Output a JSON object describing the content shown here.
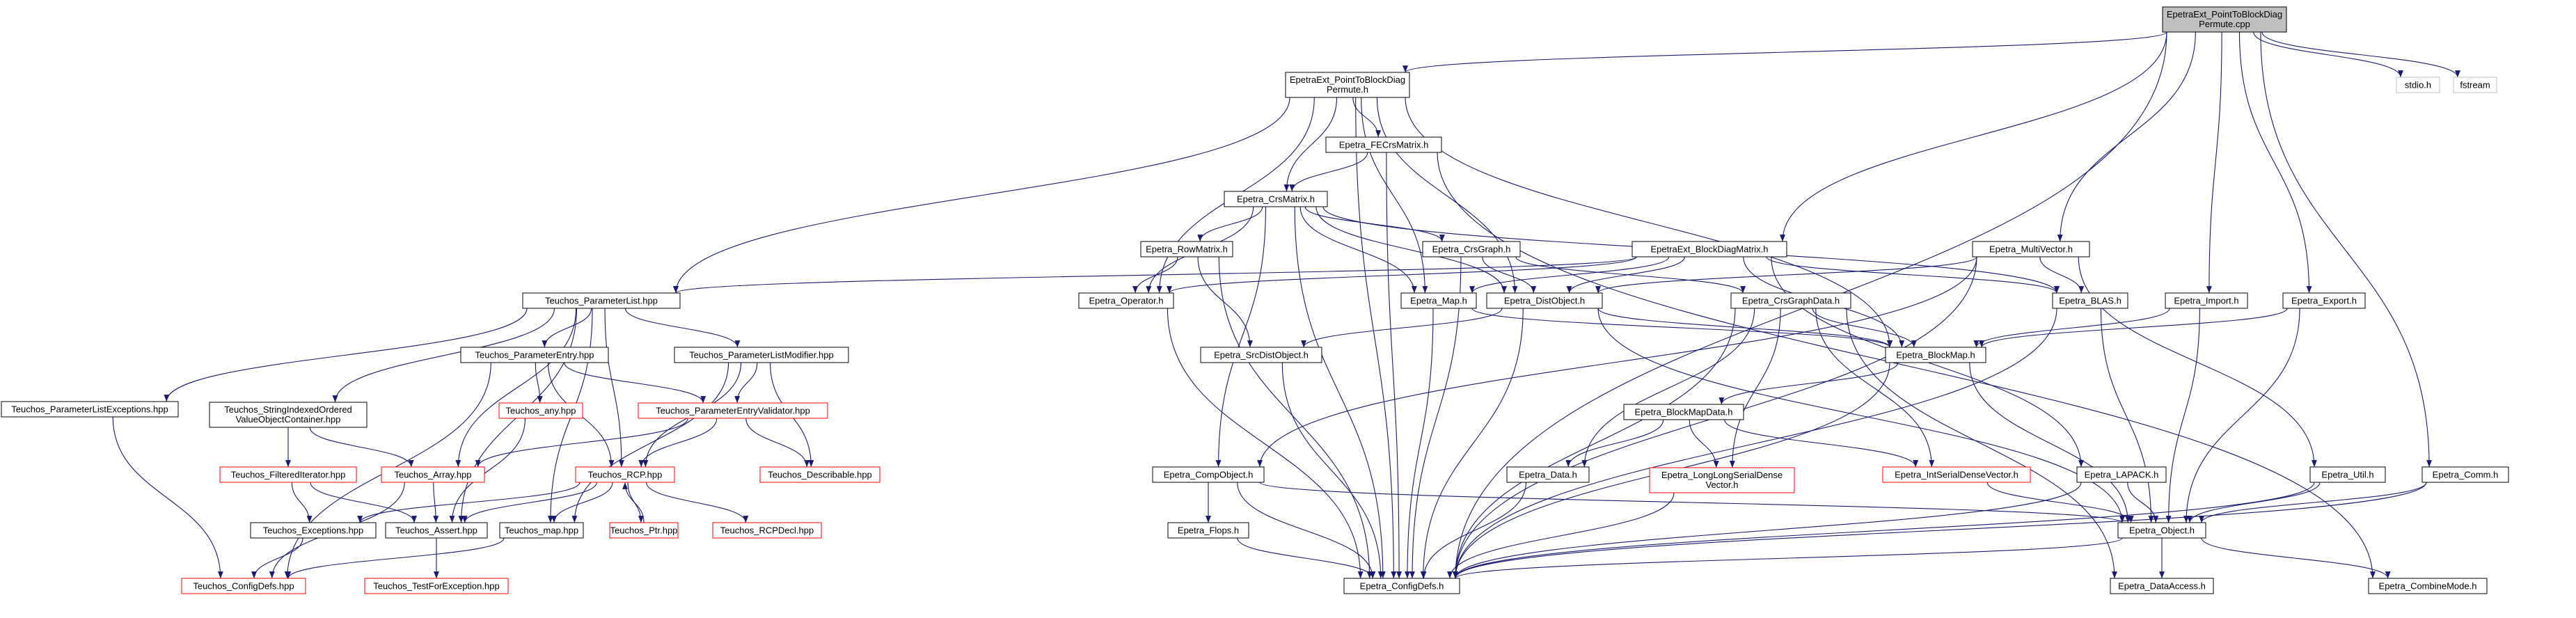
{
  "graph": {
    "nodes": [
      {
        "id": "root",
        "lines": [
          "EpetraExt_PointToBlockDiag",
          "Permute.cpp"
        ],
        "style": "root"
      },
      {
        "id": "ptbh",
        "lines": [
          "EpetraExt_PointToBlockDiag",
          "Permute.h"
        ],
        "style": "black"
      },
      {
        "id": "stdio",
        "lines": [
          "stdio.h"
        ],
        "style": "gray"
      },
      {
        "id": "fstream",
        "lines": [
          "fstream"
        ],
        "style": "gray"
      },
      {
        "id": "fecrs",
        "lines": [
          "Epetra_FECrsMatrix.h"
        ],
        "style": "black"
      },
      {
        "id": "crsm",
        "lines": [
          "Epetra_CrsMatrix.h"
        ],
        "style": "black"
      },
      {
        "id": "rowm",
        "lines": [
          "Epetra_RowMatrix.h"
        ],
        "style": "black"
      },
      {
        "id": "crsg",
        "lines": [
          "Epetra_CrsGraph.h"
        ],
        "style": "black"
      },
      {
        "id": "bdm",
        "lines": [
          "EpetraExt_BlockDiagMatrix.h"
        ],
        "style": "black"
      },
      {
        "id": "mvec",
        "lines": [
          "Epetra_MultiVector.h"
        ],
        "style": "black"
      },
      {
        "id": "plist",
        "lines": [
          "Teuchos_ParameterList.hpp"
        ],
        "style": "black"
      },
      {
        "id": "oper",
        "lines": [
          "Epetra_Operator.h"
        ],
        "style": "black"
      },
      {
        "id": "map",
        "lines": [
          "Epetra_Map.h"
        ],
        "style": "black"
      },
      {
        "id": "dist",
        "lines": [
          "Epetra_DistObject.h"
        ],
        "style": "black"
      },
      {
        "id": "crsgd",
        "lines": [
          "Epetra_CrsGraphData.h"
        ],
        "style": "black"
      },
      {
        "id": "blas",
        "lines": [
          "Epetra_BLAS.h"
        ],
        "style": "black"
      },
      {
        "id": "import",
        "lines": [
          "Epetra_Import.h"
        ],
        "style": "black"
      },
      {
        "id": "export",
        "lines": [
          "Epetra_Export.h"
        ],
        "style": "black"
      },
      {
        "id": "pentry",
        "lines": [
          "Teuchos_ParameterEntry.hpp"
        ],
        "style": "black"
      },
      {
        "id": "plmod",
        "lines": [
          "Teuchos_ParameterListModifier.hpp"
        ],
        "style": "black"
      },
      {
        "id": "srcdist",
        "lines": [
          "Epetra_SrcDistObject.h"
        ],
        "style": "black"
      },
      {
        "id": "bmap",
        "lines": [
          "Epetra_BlockMap.h"
        ],
        "style": "black"
      },
      {
        "id": "plexc",
        "lines": [
          "Teuchos_ParameterListExceptions.hpp"
        ],
        "style": "black"
      },
      {
        "id": "sio",
        "lines": [
          "Teuchos_StringIndexedOrdered",
          "ValueObjectContainer.hpp"
        ],
        "style": "black"
      },
      {
        "id": "any",
        "lines": [
          "Teuchos_any.hpp"
        ],
        "style": "red"
      },
      {
        "id": "pev",
        "lines": [
          "Teuchos_ParameterEntryValidator.hpp"
        ],
        "style": "red"
      },
      {
        "id": "bmd",
        "lines": [
          "Epetra_BlockMapData.h"
        ],
        "style": "black"
      },
      {
        "id": "filt",
        "lines": [
          "Teuchos_FilteredIterator.hpp"
        ],
        "style": "red"
      },
      {
        "id": "arr",
        "lines": [
          "Teuchos_Array.hpp"
        ],
        "style": "red"
      },
      {
        "id": "rcp",
        "lines": [
          "Teuchos_RCP.hpp"
        ],
        "style": "red"
      },
      {
        "id": "desc",
        "lines": [
          "Teuchos_Describable.hpp"
        ],
        "style": "red"
      },
      {
        "id": "data",
        "lines": [
          "Epetra_Data.h"
        ],
        "style": "black"
      },
      {
        "id": "llsdv",
        "lines": [
          "Epetra_LongLongSerialDense",
          "Vector.h"
        ],
        "style": "red"
      },
      {
        "id": "isdv",
        "lines": [
          "Epetra_IntSerialDenseVector.h"
        ],
        "style": "red"
      },
      {
        "id": "lapack",
        "lines": [
          "Epetra_LAPACK.h"
        ],
        "style": "black"
      },
      {
        "id": "util",
        "lines": [
          "Epetra_Util.h"
        ],
        "style": "black"
      },
      {
        "id": "comm",
        "lines": [
          "Epetra_Comm.h"
        ],
        "style": "black"
      },
      {
        "id": "comp",
        "lines": [
          "Epetra_CompObject.h"
        ],
        "style": "black"
      },
      {
        "id": "texc",
        "lines": [
          "Teuchos_Exceptions.hpp"
        ],
        "style": "black"
      },
      {
        "id": "assert",
        "lines": [
          "Teuchos_Assert.hpp"
        ],
        "style": "black"
      },
      {
        "id": "tmap",
        "lines": [
          "Teuchos_map.hpp"
        ],
        "style": "black"
      },
      {
        "id": "ptr",
        "lines": [
          "Teuchos_Ptr.hpp"
        ],
        "style": "red"
      },
      {
        "id": "rcpdecl",
        "lines": [
          "Teuchos_RCPDecl.hpp"
        ],
        "style": "red"
      },
      {
        "id": "flops",
        "lines": [
          "Epetra_Flops.h"
        ],
        "style": "black"
      },
      {
        "id": "obj",
        "lines": [
          "Epetra_Object.h"
        ],
        "style": "black"
      },
      {
        "id": "tcfg",
        "lines": [
          "Teuchos_ConfigDefs.hpp"
        ],
        "style": "red"
      },
      {
        "id": "tfe",
        "lines": [
          "Teuchos_TestForException.hpp"
        ],
        "style": "red"
      },
      {
        "id": "ecfg",
        "lines": [
          "Epetra_ConfigDefs.h"
        ],
        "style": "black"
      },
      {
        "id": "dacc",
        "lines": [
          "Epetra_DataAccess.h"
        ],
        "style": "black"
      },
      {
        "id": "cmode",
        "lines": [
          "Epetra_CombineMode.h"
        ],
        "style": "black"
      }
    ],
    "edges": [
      [
        "root",
        "ptbh"
      ],
      [
        "root",
        "stdio"
      ],
      [
        "root",
        "fstream"
      ],
      [
        "root",
        "bdm"
      ],
      [
        "root",
        "mvec"
      ],
      [
        "root",
        "import"
      ],
      [
        "root",
        "export"
      ],
      [
        "root",
        "comm"
      ],
      [
        "root",
        "ecfg"
      ],
      [
        "ptbh",
        "fecrs"
      ],
      [
        "ptbh",
        "crsm"
      ],
      [
        "ptbh",
        "plist"
      ],
      [
        "ptbh",
        "oper"
      ],
      [
        "ptbh",
        "map"
      ],
      [
        "ptbh",
        "dist"
      ],
      [
        "ptbh",
        "bmap"
      ],
      [
        "ptbh",
        "ecfg"
      ],
      [
        "fecrs",
        "crsm"
      ],
      [
        "fecrs",
        "ecfg"
      ],
      [
        "fecrs",
        "cmode"
      ],
      [
        "crsm",
        "rowm"
      ],
      [
        "crsm",
        "crsg"
      ],
      [
        "crsm",
        "oper"
      ],
      [
        "crsm",
        "map"
      ],
      [
        "crsm",
        "dist"
      ],
      [
        "crsm",
        "blas"
      ],
      [
        "crsm",
        "comp"
      ],
      [
        "crsm",
        "ecfg"
      ],
      [
        "rowm",
        "oper"
      ],
      [
        "rowm",
        "srcdist"
      ],
      [
        "rowm",
        "ecfg"
      ],
      [
        "crsg",
        "dist"
      ],
      [
        "crsg",
        "crsgd"
      ],
      [
        "crsg",
        "ecfg"
      ],
      [
        "bdm",
        "plist"
      ],
      [
        "bdm",
        "oper"
      ],
      [
        "bdm",
        "map"
      ],
      [
        "bdm",
        "dist"
      ],
      [
        "bdm",
        "bmap"
      ],
      [
        "bdm",
        "blas"
      ],
      [
        "bdm",
        "lapack"
      ],
      [
        "mvec",
        "dist"
      ],
      [
        "mvec",
        "comp"
      ],
      [
        "mvec",
        "blas"
      ],
      [
        "mvec",
        "util"
      ],
      [
        "mvec",
        "ecfg"
      ],
      [
        "plist",
        "plexc"
      ],
      [
        "plist",
        "sio"
      ],
      [
        "plist",
        "pentry"
      ],
      [
        "plist",
        "plmod"
      ],
      [
        "plist",
        "arr"
      ],
      [
        "plist",
        "rcp"
      ],
      [
        "plist",
        "assert"
      ],
      [
        "plist",
        "tmap"
      ],
      [
        "pentry",
        "any"
      ],
      [
        "pentry",
        "pev"
      ],
      [
        "pentry",
        "rcp"
      ],
      [
        "pentry",
        "tcfg"
      ],
      [
        "plmod",
        "pev"
      ],
      [
        "plmod",
        "rcp"
      ],
      [
        "plmod",
        "desc"
      ],
      [
        "plmod",
        "tmap"
      ],
      [
        "oper",
        "ecfg"
      ],
      [
        "map",
        "bmap"
      ],
      [
        "map",
        "ecfg"
      ],
      [
        "dist",
        "srcdist"
      ],
      [
        "dist",
        "bmap"
      ],
      [
        "dist",
        "obj"
      ],
      [
        "dist",
        "ecfg"
      ],
      [
        "crsgd",
        "bmap"
      ],
      [
        "crsgd",
        "data"
      ],
      [
        "crsgd",
        "llsdv"
      ],
      [
        "crsgd",
        "isdv"
      ],
      [
        "crsgd",
        "dacc"
      ],
      [
        "crsgd",
        "ecfg"
      ],
      [
        "blas",
        "obj"
      ],
      [
        "blas",
        "ecfg"
      ],
      [
        "import",
        "bmap"
      ],
      [
        "import",
        "obj"
      ],
      [
        "export",
        "bmap"
      ],
      [
        "export",
        "obj"
      ],
      [
        "srcdist",
        "ecfg"
      ],
      [
        "bmap",
        "bmd"
      ],
      [
        "bmap",
        "obj"
      ],
      [
        "bmap",
        "ecfg"
      ],
      [
        "plexc",
        "tcfg"
      ],
      [
        "sio",
        "filt"
      ],
      [
        "sio",
        "arr"
      ],
      [
        "any",
        "assert"
      ],
      [
        "pev",
        "arr"
      ],
      [
        "pev",
        "rcp"
      ],
      [
        "pev",
        "desc"
      ],
      [
        "bmd",
        "data"
      ],
      [
        "bmd",
        "llsdv"
      ],
      [
        "bmd",
        "isdv"
      ],
      [
        "filt",
        "texc"
      ],
      [
        "filt",
        "assert"
      ],
      [
        "arr",
        "assert"
      ],
      [
        "arr",
        "tcfg"
      ],
      [
        "rcp",
        "texc"
      ],
      [
        "rcp",
        "assert"
      ],
      [
        "rcp",
        "tmap"
      ],
      [
        "rcp",
        "ptr"
      ],
      [
        "rcp",
        "rcpdecl"
      ],
      [
        "data",
        "ecfg"
      ],
      [
        "llsdv",
        "ecfg"
      ],
      [
        "isdv",
        "obj"
      ],
      [
        "lapack",
        "obj"
      ],
      [
        "lapack",
        "ecfg"
      ],
      [
        "util",
        "obj"
      ],
      [
        "util",
        "ecfg"
      ],
      [
        "comm",
        "obj"
      ],
      [
        "comm",
        "ecfg"
      ],
      [
        "comp",
        "flops"
      ],
      [
        "comp",
        "obj"
      ],
      [
        "comp",
        "ecfg"
      ],
      [
        "texc",
        "tcfg"
      ],
      [
        "assert",
        "tfe"
      ],
      [
        "tmap",
        "tcfg"
      ],
      [
        "ptr",
        "rcp"
      ],
      [
        "flops",
        "ecfg"
      ],
      [
        "obj",
        "ecfg"
      ],
      [
        "obj",
        "dacc"
      ],
      [
        "obj",
        "cmode"
      ]
    ]
  }
}
